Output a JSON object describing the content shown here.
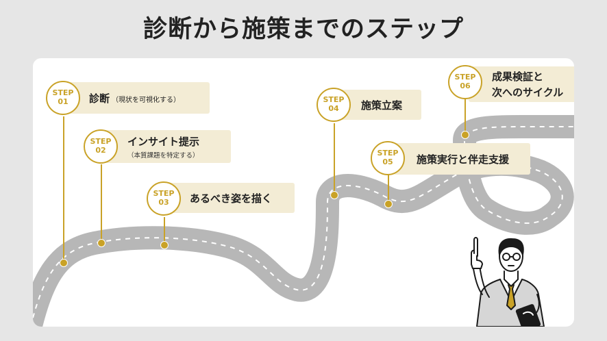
{
  "title": "診断から施策までのステップ",
  "accent_color": "#c9a227",
  "label_bg_color": "#f3ecd5",
  "road_color": "#b7b7b7",
  "steps": [
    {
      "step": "STEP",
      "num": "01",
      "title": "診断",
      "note": "（現状を可視化する）"
    },
    {
      "step": "STEP",
      "num": "02",
      "title": "インサイト提示",
      "sub": "（本質課題を特定する）"
    },
    {
      "step": "STEP",
      "num": "03",
      "title": "あるべき姿を描く"
    },
    {
      "step": "STEP",
      "num": "04",
      "title": "施策立案"
    },
    {
      "step": "STEP",
      "num": "05",
      "title": "施策実行と伴走支援"
    },
    {
      "step": "STEP",
      "num": "06",
      "title": "成果検証と",
      "title2": "次へのサイクル"
    }
  ],
  "illustration": "businessman-pointing-up-icon"
}
